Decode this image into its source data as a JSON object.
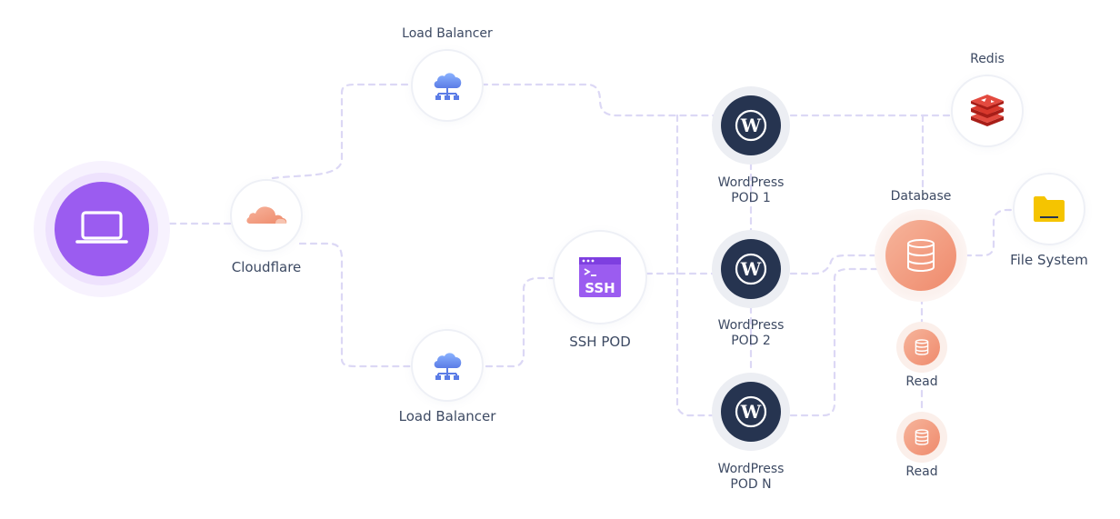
{
  "nodes": {
    "load_balancer_top": "Load Balancer",
    "load_balancer_bottom": "Load Balancer",
    "cloudflare": "Cloudflare",
    "ssh_pod": "SSH POD",
    "ssh_badge": "SSH",
    "wordpress_pod_1": [
      "WordPress",
      "POD 1"
    ],
    "wordpress_pod_2": [
      "WordPress",
      "POD 2"
    ],
    "wordpress_pod_n": [
      "WordPress",
      "POD N"
    ],
    "redis": "Redis",
    "database": "Database",
    "file_system": "File System",
    "read_replica_1": "Read",
    "read_replica_2": "Read"
  },
  "colors": {
    "client_purple": "#9b5cf0",
    "wordpress_navy": "#263450",
    "database_orange": "#ef8a6c",
    "redis_red": "#d9382c",
    "folder_yellow": "#f5c400",
    "cloud_blue": "#6f8cf2",
    "connector_lavender": "#dcd8f5"
  },
  "icons": {
    "client": "laptop-icon",
    "cloudflare": "cloudflare-icon",
    "load_balancer": "cloud-network-icon",
    "ssh": "terminal-window-icon",
    "wordpress": "wordpress-icon",
    "redis": "redis-icon",
    "database": "database-icon",
    "file_system": "folder-icon"
  }
}
